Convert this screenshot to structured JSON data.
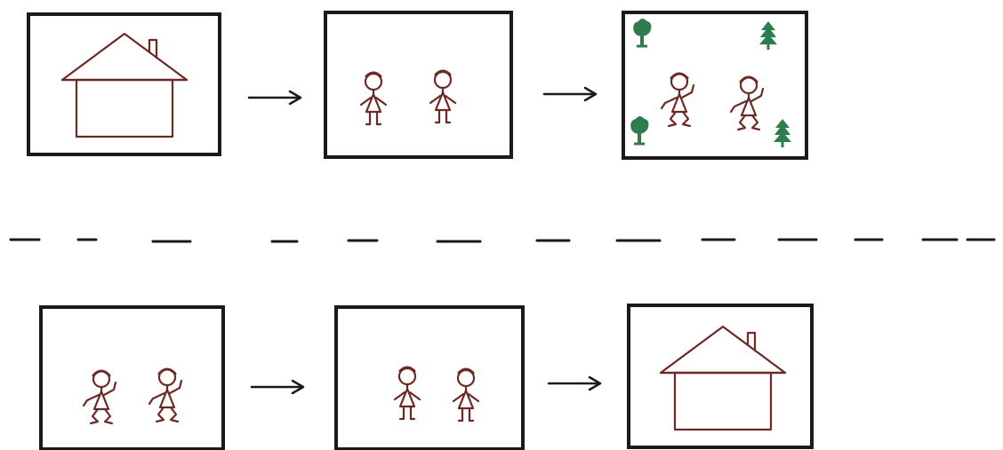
{
  "diagram": {
    "top_row": {
      "panels": [
        {
          "scene": "house",
          "icon": "house-icon"
        },
        {
          "scene": "two-children-standing",
          "icon": "children-icon"
        },
        {
          "scene": "children-dancing-in-forest",
          "icon": "forest-icon"
        }
      ]
    },
    "bottom_row": {
      "panels": [
        {
          "scene": "children-dancing",
          "icon": "children-icon"
        },
        {
          "scene": "two-children-standing",
          "icon": "children-icon"
        },
        {
          "scene": "house",
          "icon": "house-icon"
        }
      ]
    },
    "connector": "arrow-icon",
    "separator": "dashed-divider"
  },
  "colors": {
    "ink_brown": "#6b2a24",
    "frame_black": "#1a1a1a",
    "tree_green": "#2e7d4f",
    "background": "#ffffff"
  }
}
